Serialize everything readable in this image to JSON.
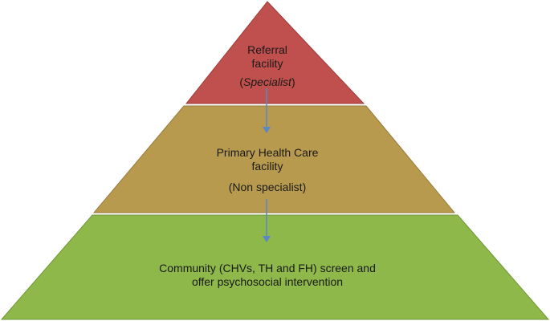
{
  "pyramid": {
    "tiers": [
      {
        "id": "referral",
        "color": "#c0504d",
        "stroke": "#9c3b38",
        "lines": [
          "Referral",
          "facility"
        ],
        "note_prefix": "(",
        "note_italic": "Specialist",
        "note_suffix": ")"
      },
      {
        "id": "primary",
        "color": "#b89a4e",
        "stroke": "#96793a",
        "lines": [
          "Primary Health Care",
          "facility"
        ],
        "note": "(Non specialist)"
      },
      {
        "id": "community",
        "color": "#8eb84a",
        "stroke": "#6f9636",
        "lines": [
          "Community (CHVs, TH and FH) screen and",
          "offer psychosocial intervention"
        ]
      }
    ],
    "arrow_color": "#5b87c5"
  }
}
